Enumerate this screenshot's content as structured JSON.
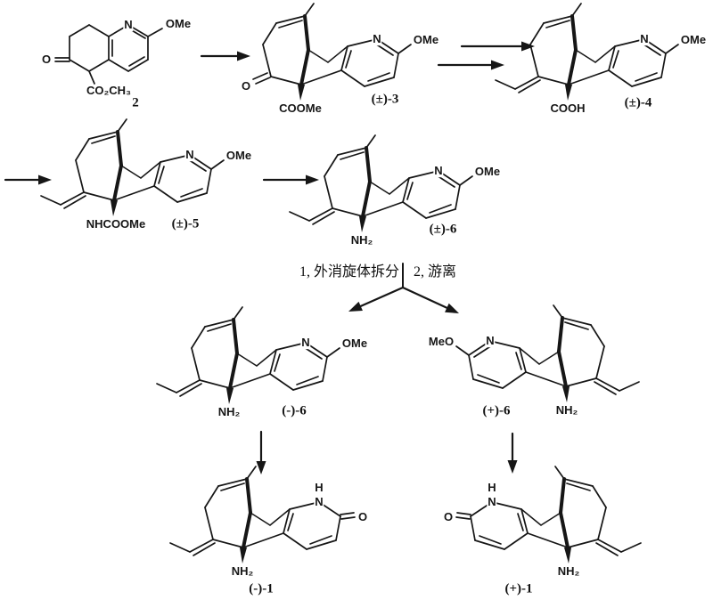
{
  "background": "#ffffff",
  "ink": "#161616",
  "compounds": {
    "c2": {
      "label": "2",
      "atoms": {
        "n": "N",
        "ome": "OMe",
        "o": "O",
        "sub": "CO₂CH₃"
      }
    },
    "c3": {
      "label": "(±)-3",
      "atoms": {
        "n": "N",
        "ome": "OMe",
        "o": "O",
        "sub": "COOMe"
      }
    },
    "c4": {
      "label": "(±)-4",
      "atoms": {
        "n": "N",
        "ome": "OMe",
        "sub": "COOH"
      }
    },
    "c5": {
      "label": "(±)-5",
      "atoms": {
        "n": "N",
        "ome": "OMe",
        "sub": "NHCOOMe"
      }
    },
    "c6": {
      "label": "(±)-6",
      "atoms": {
        "n": "N",
        "ome": "OMe",
        "sub": "NH₂"
      }
    },
    "c6m": {
      "label": "(-)-6",
      "atoms": {
        "n": "N",
        "ome": "OMe",
        "sub": "NH₂"
      }
    },
    "c6p": {
      "label": "(+)-6",
      "atoms": {
        "n": "N",
        "ome": "MeO",
        "sub": "NH₂"
      }
    },
    "c1m": {
      "label": "(-)-1",
      "atoms": {
        "n": "N",
        "h": "H",
        "o": "O",
        "sub": "NH₂"
      }
    },
    "c1p": {
      "label": "(+)-1",
      "atoms": {
        "n": "N",
        "h": "H",
        "o": "O",
        "sub": "NH₂"
      }
    }
  },
  "branch": {
    "step1": "1, 外消旋体拆分",
    "step2": "2, 游离"
  }
}
